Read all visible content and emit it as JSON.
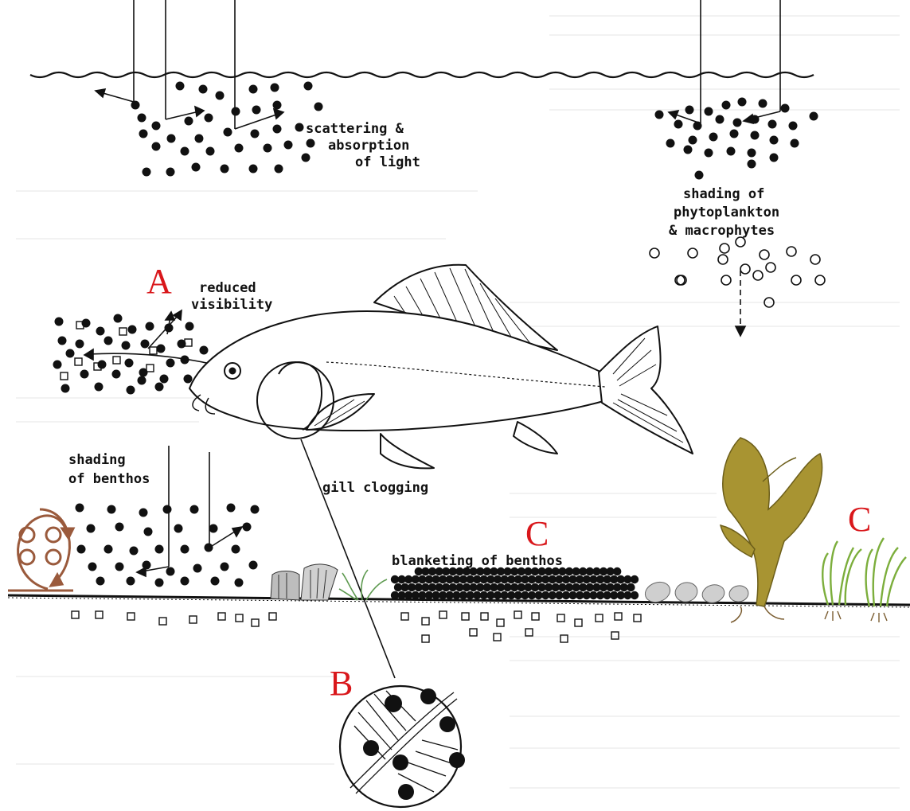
{
  "labels": {
    "scattering_1": "scattering &",
    "scattering_2": "absorption",
    "scattering_3": "of light",
    "shading_phyto_1": "shading of",
    "shading_phyto_2": "phytoplankton",
    "shading_phyto_3": "& macrophytes",
    "reduced_1": "reduced",
    "reduced_2": "visibility",
    "shading_benthos_1": "shading",
    "shading_benthos_2": "of benthos",
    "gill_clogging": "gill clogging",
    "blanketing": "blanketing of benthos"
  },
  "markers": {
    "a": "A",
    "b": "B",
    "c_left": "C",
    "c_right": "C"
  },
  "colors": {
    "marker": "#d9171b",
    "ink": "#111111",
    "resuspension_swirl": "#9a5a3c",
    "kelp": "#a89432",
    "seagrass": "#7cae3c"
  }
}
